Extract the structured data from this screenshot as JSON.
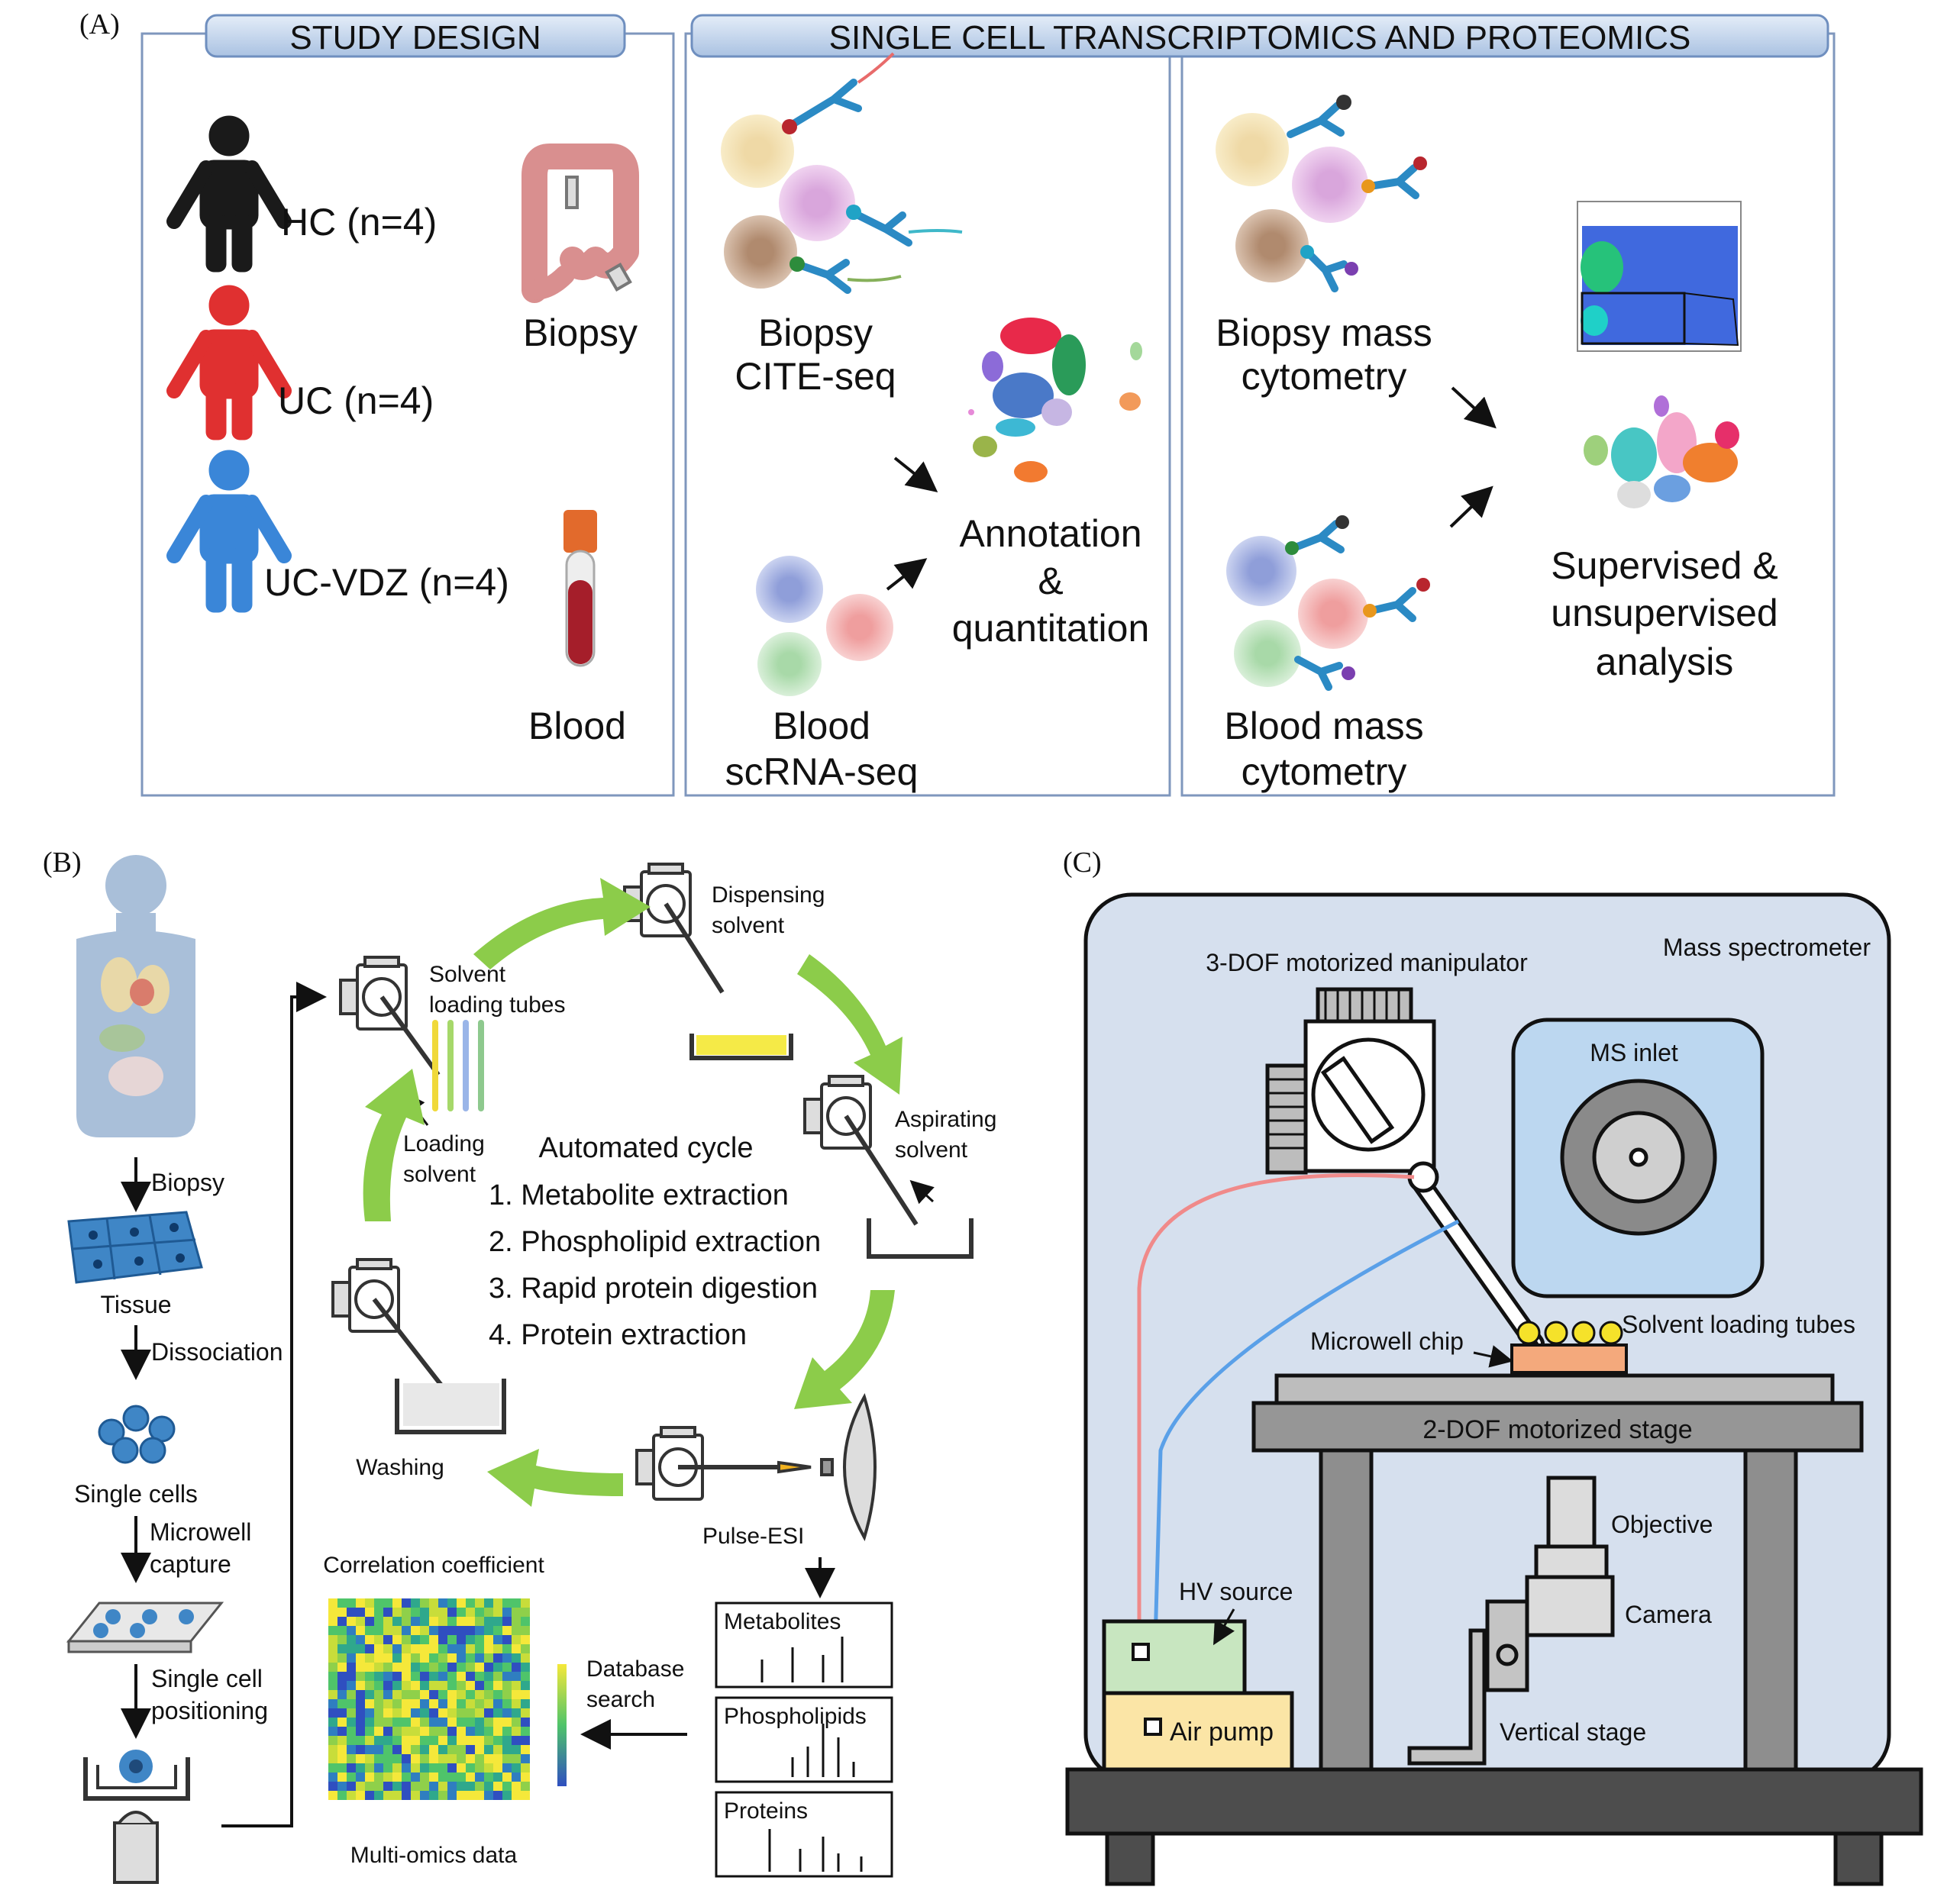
{
  "panel_a": {
    "label": "(A)",
    "header_study": "STUDY DESIGN",
    "header_single_cell": "SINGLE CELL TRANSCRIPTOMICS AND PROTEOMICS",
    "group_hc": "HC (n=4)",
    "group_uc": "UC (n=4)",
    "group_ucvdz": "UC-VDZ (n=4)",
    "biopsy": "Biopsy",
    "blood": "Blood",
    "biopsy_citeseq_1": "Biopsy",
    "biopsy_citeseq_2": "CITE-seq",
    "blood_scrnaseq_1": "Blood",
    "blood_scrnaseq_2": "scRNA-seq",
    "annotation_1": "Annotation",
    "annotation_2": "&",
    "annotation_3": "quantitation",
    "biopsy_mass_1": "Biopsy mass",
    "biopsy_mass_2": "cytometry",
    "blood_mass_1": "Blood mass",
    "blood_mass_2": "cytometry",
    "analysis_1": "Supervised &",
    "analysis_2": "unsupervised",
    "analysis_3": "analysis",
    "colors": {
      "hc": "#1a1a1a",
      "uc": "#e03030",
      "ucvdz": "#3a86d8",
      "header_bg": "#c9d9ee",
      "border": "#7f97bd"
    }
  },
  "panel_b": {
    "label": "(B)",
    "step_biopsy": "Biopsy",
    "tissue": "Tissue",
    "step_dissociation": "Dissociation",
    "single_cells": "Single cells",
    "step_microwell_1": "Microwell",
    "step_microwell_2": "capture",
    "step_positioning_1": "Single cell",
    "step_positioning_2": "positioning",
    "solvent_tubes_1": "Solvent",
    "solvent_tubes_2": "loading  tubes",
    "loading_solvent_1": "Loading",
    "loading_solvent_2": "solvent",
    "dispensing_1": "Dispensing",
    "dispensing_2": "solvent",
    "aspirating_1": "Aspirating",
    "aspirating_2": "solvent",
    "washing": "Washing",
    "pulse_esi": "Pulse-ESI",
    "cycle_title": "Automated cycle",
    "cycle_steps": [
      "1. Metabolite extraction",
      "2. Phospholipid extraction",
      "3. Rapid protein digestion",
      "4. Protein extraction"
    ],
    "correlation": "Correlation  coefficient",
    "multiomics": "Multi-omics data",
    "db_search_1": "Database",
    "db_search_2": "search",
    "spectra": [
      "Metabolites",
      "Phospholipids",
      "Proteins"
    ]
  },
  "panel_c": {
    "label": "(C)",
    "mass_spectrometer": "Mass spectrometer",
    "manipulator": "3-DOF motorized manipulator",
    "ms_inlet": "MS inlet",
    "solvent_tubes": "Solvent  loading tubes",
    "microwell_chip": "Microwell  chip",
    "stage": "2-DOF motorized stage",
    "objective": "Objective",
    "hv_source": "HV source",
    "camera": "Camera",
    "air_pump": "Air pump",
    "vertical_stage": "Vertical stage"
  }
}
